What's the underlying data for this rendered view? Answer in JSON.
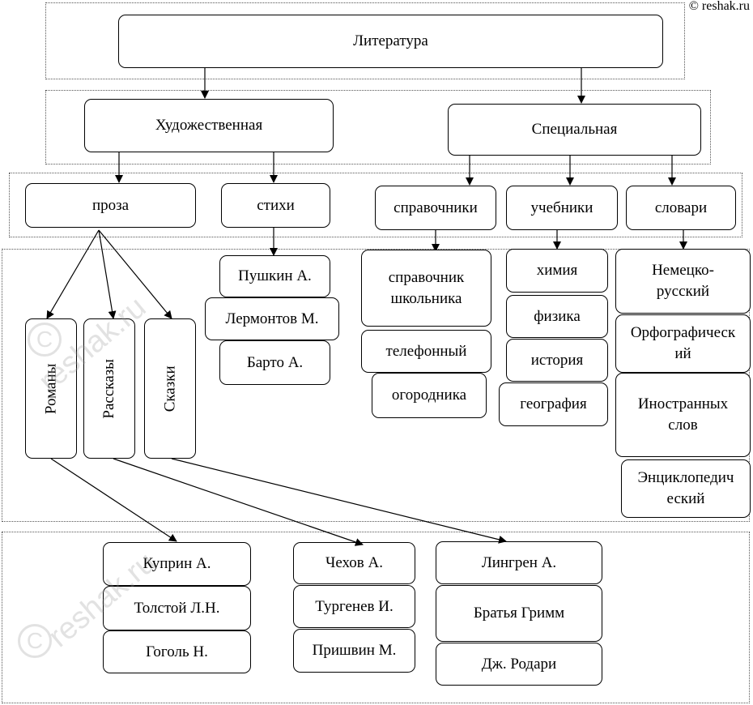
{
  "copyright": "© reshak.ru",
  "watermark": "reshak.ru",
  "nodes": {
    "literature": "Литература",
    "fiction": "Художественная",
    "special": "Специальная",
    "prose": "проза",
    "poems": "стихи",
    "reference": "справочники",
    "textbooks": "учебники",
    "dictionaries": "словари",
    "novels": "Романы",
    "stories": "Рассказы",
    "tales": "Сказки",
    "pushkin": "Пушкин А.",
    "lermontov": "Лермонтов М.",
    "barto": "Барто А.",
    "school_ref": "справочник школьника",
    "phone_ref": "телефонный",
    "garden_ref": "огородника",
    "chemistry": "химия",
    "physics": "физика",
    "history": "история",
    "geography": "география",
    "german_russian": "Немецко-русский",
    "orthographic": "Орфографический",
    "foreign_words": "Иностранных слов",
    "encyclopedic": "Энциклопедический",
    "kuprin": "Куприн А.",
    "tolstoy": "Толстой Л.Н.",
    "gogol": "Гоголь Н.",
    "chekhov": "Чехов А.",
    "turgenev": "Тургенев И.",
    "prishvin": "Пришвин М.",
    "lindgren": "Лингрен А.",
    "grimm": "Братья Гримм",
    "rodari": "Дж. Родари"
  }
}
